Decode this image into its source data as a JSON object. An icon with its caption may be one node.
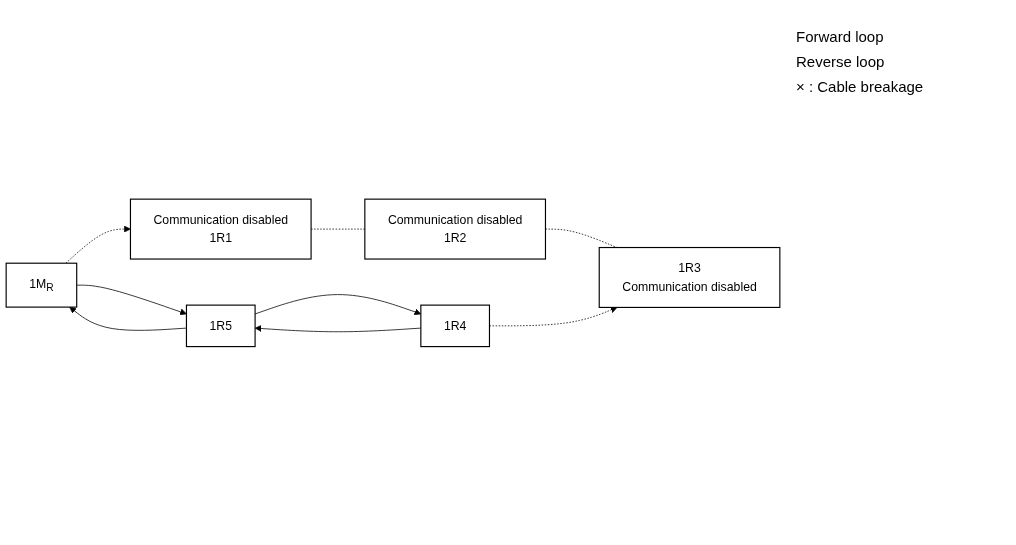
{
  "diagram": {
    "nodes": [
      {
        "text": [
          "1M$_{R}$"
        ]
      },
      {
        "text": [
          "Communication disabled",
          "1R1"
        ]
      },
      {
        "text": [
          "Communication disabled",
          "1R2"
        ]
      },
      {
        "text": [
          "1R3",
          "Communication disabled"
        ]
      },
      {
        "text": [
          "1R4"
        ]
      },
      {
        "text": [
          "1R5"
        ]
      }
    ],
    "edges": [
      {
        "from": 0,
        "to": 5,
        "arrow": "to"
      },
      {
        "from": 5,
        "to": 4,
        "arrow": "to"
      },
      {
        "from": 4,
        "to": 5,
        "arrow": "to"
      },
      {
        "from": 5,
        "to": 0,
        "arrow": "to"
      },
      {
        "from": 0,
        "to": 1,
        "arrow": "to",
        "style": "dashed"
      },
      {
        "from": 1,
        "to": 2,
        "arrow": "none",
        "style": "dashed"
      },
      {
        "from": 2,
        "to": 3,
        "arrow": "none",
        "style": "dashed"
      },
      {
        "from": 4,
        "to": 3,
        "arrow": "to",
        "style": "dashed"
      }
    ],
    "labels": [
      "Forward loop",
      "Reverse loop",
      "× : Cable breakage"
    ]
  }
}
